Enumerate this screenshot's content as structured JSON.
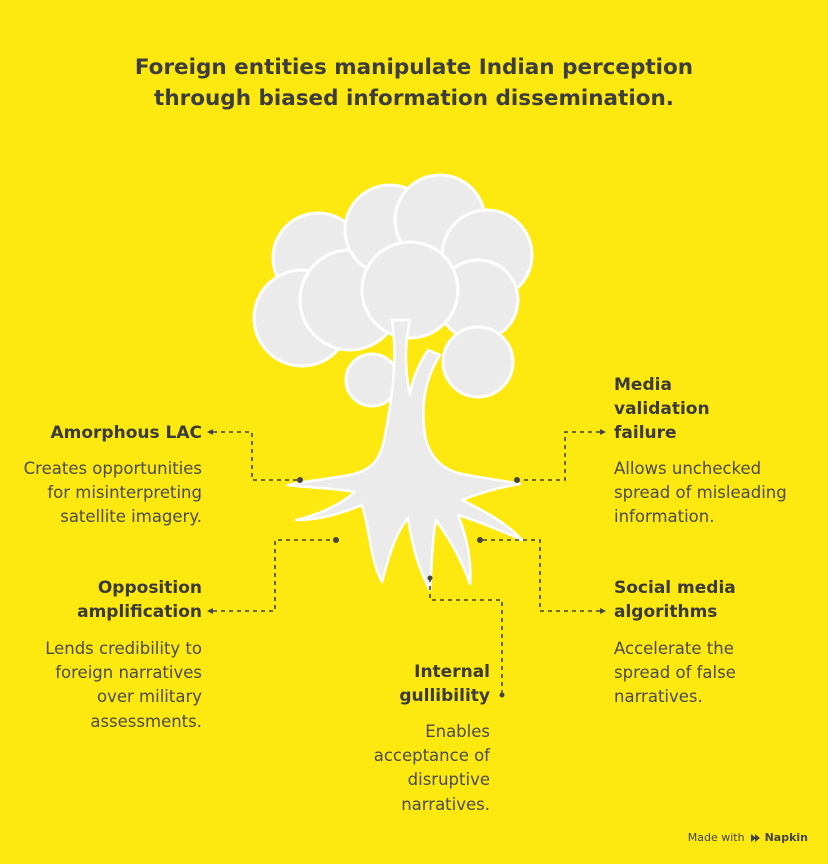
{
  "title": "Foreign entities manipulate Indian perception through biased information dissemination.",
  "nodes": {
    "amorphous": {
      "heading": "Amorphous LAC",
      "description": "Creates opportunities for misinterpreting satellite imagery."
    },
    "opposition": {
      "heading": "Opposition amplification",
      "description": "Lends credibility to foreign narratives over military assessments."
    },
    "internal": {
      "heading": "Internal gullibility",
      "description": "Enables acceptance of disruptive narratives."
    },
    "media": {
      "heading": "Media validation failure",
      "description": "Allows unchecked spread of misleading information."
    },
    "social": {
      "heading": "Social media algorithms",
      "description": "Accelerate the spread of false narratives."
    }
  },
  "footer": {
    "made_with": "Made with",
    "brand": "Napkin"
  },
  "colors": {
    "background": "#fde910",
    "tree": "#ebebeb",
    "connector": "#444444",
    "text": "#3b3b3b"
  }
}
